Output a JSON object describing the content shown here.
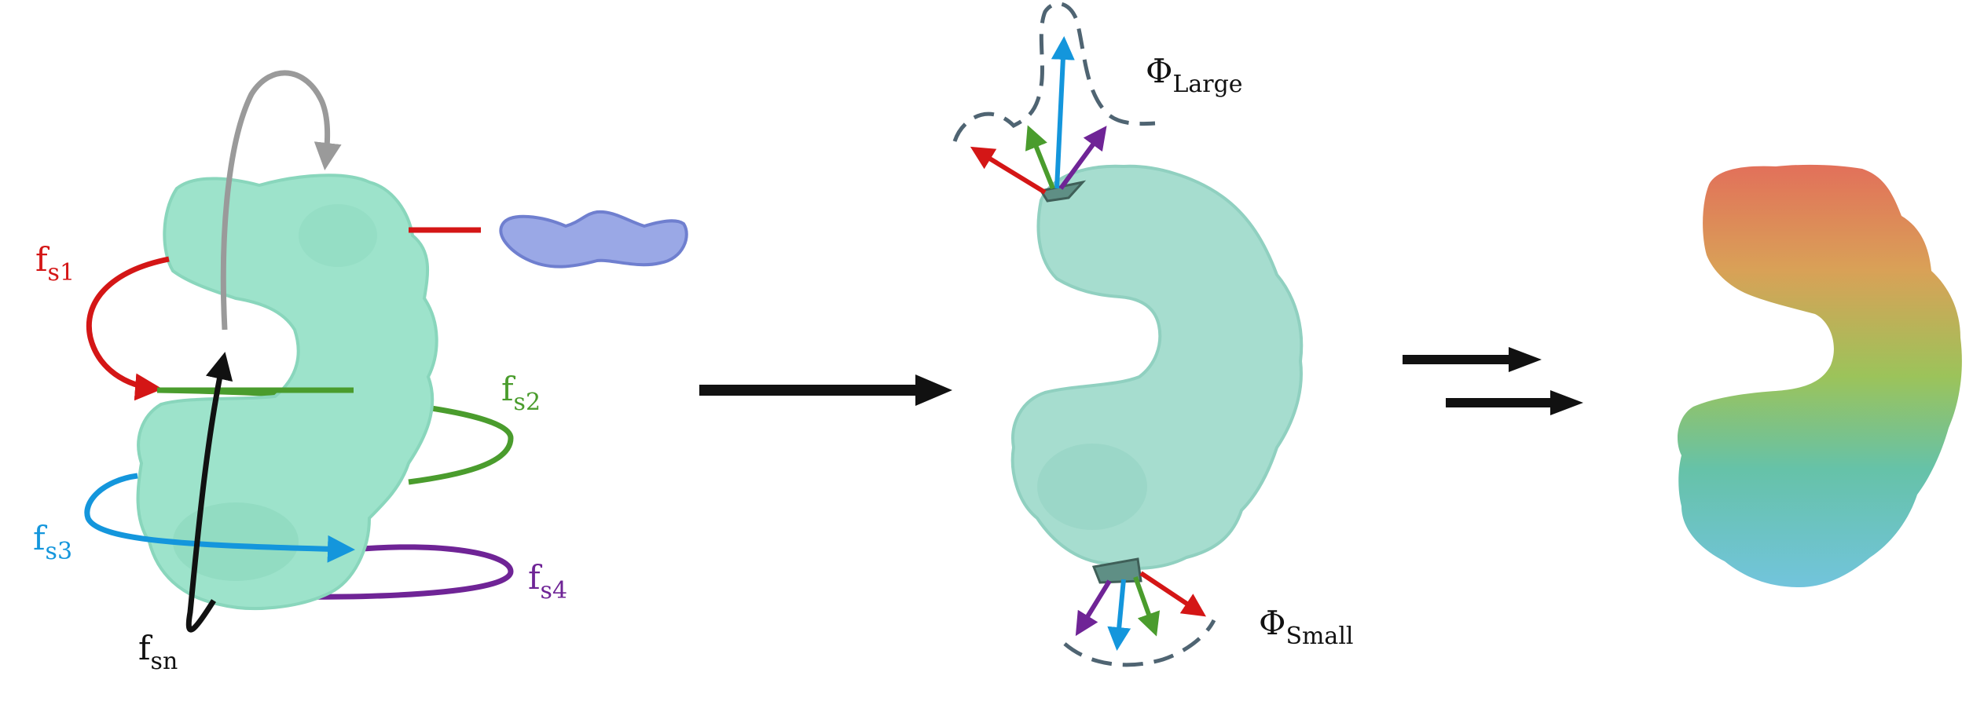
{
  "labels": {
    "fs1": {
      "base": "f",
      "sub": "s1",
      "color": "#d41616"
    },
    "fs2": {
      "base": "f",
      "sub": "s2",
      "color": "#4a9c2d"
    },
    "fs3": {
      "base": "f",
      "sub": "s3",
      "color": "#1496dc"
    },
    "fs4": {
      "base": "f",
      "sub": "s4",
      "color": "#6f2496"
    },
    "fsn": {
      "base": "f",
      "sub": "sn",
      "color": "#111111"
    },
    "phi_large": {
      "base": "Φ",
      "sub": "Large",
      "color": "#111111"
    },
    "phi_small": {
      "base": "Φ",
      "sub": "Small",
      "color": "#111111"
    }
  },
  "colors": {
    "protein": "#9de3cb",
    "protein_shade": "#86d3b9",
    "ligand": "#9aa8e6",
    "ligand_outline": "#6f7fcf",
    "dashed": "#4f6472",
    "arrow_main": "#111111",
    "loop_gray": "#9a9a9a",
    "gradient": [
      "#e2705a",
      "#d9a157",
      "#9cc35a",
      "#66c2a8",
      "#72c4dc"
    ]
  },
  "icons": [
    "protein-blob-icon",
    "ligand-blob-icon",
    "process-arrow-icon",
    "equilibrium-arrows-icon",
    "force-vector-icon"
  ]
}
